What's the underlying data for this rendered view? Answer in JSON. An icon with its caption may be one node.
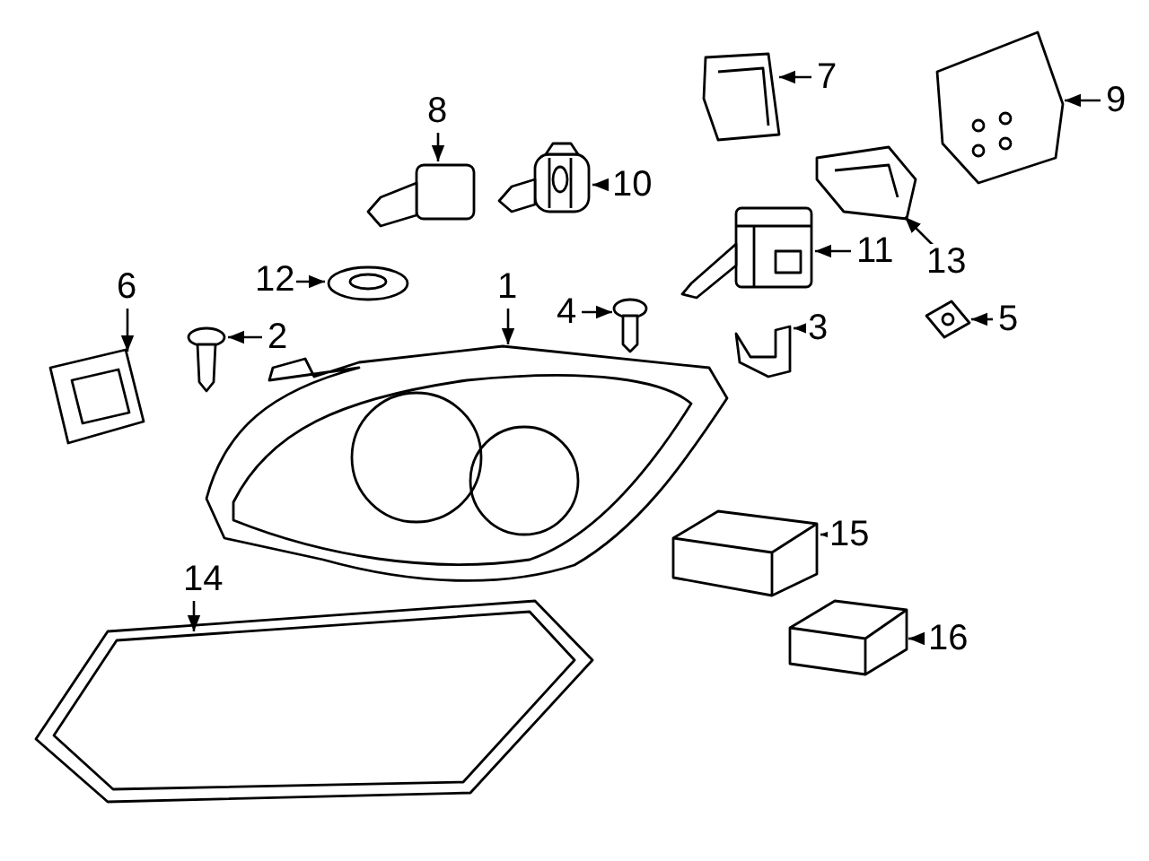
{
  "diagram": {
    "nodes": [
      {
        "text": [
          "1"
        ]
      },
      {
        "text": [
          "2"
        ]
      },
      {
        "text": [
          "3"
        ]
      },
      {
        "text": [
          "4"
        ]
      },
      {
        "text": [
          "5"
        ]
      },
      {
        "text": [
          "6"
        ]
      },
      {
        "text": [
          "7"
        ]
      },
      {
        "text": [
          "8"
        ]
      },
      {
        "text": [
          "9"
        ]
      },
      {
        "text": [
          "10"
        ]
      },
      {
        "text": [
          "11"
        ]
      },
      {
        "text": [
          "12"
        ]
      },
      {
        "text": [
          "13"
        ]
      },
      {
        "text": [
          "14"
        ]
      },
      {
        "text": [
          "15"
        ]
      },
      {
        "text": [
          "16"
        ]
      },
      {
        "text": [],
        "shape": "picture"
      },
      {
        "text": [],
        "shape": "picture"
      },
      {
        "text": [],
        "shape": "picture"
      },
      {
        "text": [],
        "shape": "picture"
      },
      {
        "text": [],
        "shape": "picture"
      },
      {
        "text": [],
        "shape": "picture"
      },
      {
        "text": [],
        "shape": "picture"
      },
      {
        "text": [],
        "shape": "picture"
      },
      {
        "text": [],
        "shape": "picture"
      },
      {
        "text": [],
        "shape": "picture"
      },
      {
        "text": [],
        "shape": "picture"
      },
      {
        "text": [],
        "shape": "picture"
      },
      {
        "text": [],
        "shape": "picture"
      },
      {
        "text": [],
        "shape": "picture"
      },
      {
        "text": [],
        "shape": "picture"
      },
      {
        "text": [],
        "shape": "picture"
      }
    ],
    "edges": [
      {
        "from": 0,
        "to": 16,
        "arrow": "to"
      },
      {
        "from": 1,
        "to": 17,
        "arrow": "to"
      },
      {
        "from": 2,
        "to": 18,
        "arrow": "to"
      },
      {
        "from": 3,
        "to": 19,
        "arrow": "to"
      },
      {
        "from": 4,
        "to": 20,
        "arrow": "to"
      },
      {
        "from": 5,
        "to": 21,
        "arrow": "to"
      },
      {
        "from": 6,
        "to": 22,
        "arrow": "to"
      },
      {
        "from": 7,
        "to": 23,
        "arrow": "to"
      },
      {
        "from": 8,
        "to": 24,
        "arrow": "to"
      },
      {
        "from": 9,
        "to": 25,
        "arrow": "to"
      },
      {
        "from": 10,
        "to": 26,
        "arrow": "to"
      },
      {
        "from": 11,
        "to": 27,
        "arrow": "to"
      },
      {
        "from": 12,
        "to": 28,
        "arrow": "to"
      },
      {
        "from": 13,
        "to": 29,
        "arrow": "to"
      },
      {
        "from": 14,
        "to": 30,
        "arrow": "to"
      },
      {
        "from": 15,
        "to": 31,
        "arrow": "to"
      }
    ]
  }
}
